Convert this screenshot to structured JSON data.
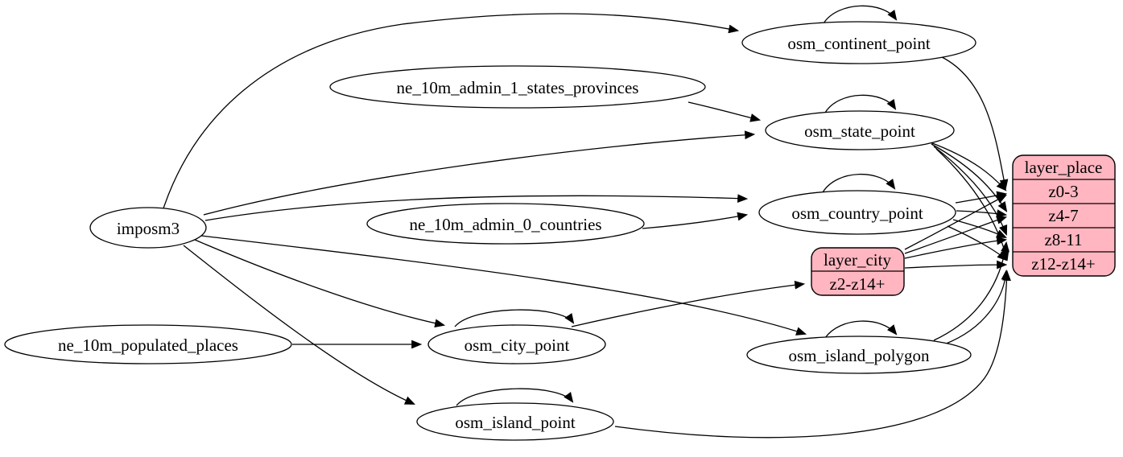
{
  "diagram": {
    "kind": "etl-graph",
    "colors": {
      "node_fill": "#ffffff",
      "table_fill": "#ffb6c1",
      "stroke": "#000000",
      "background": "#ffffff"
    },
    "nodes": [
      {
        "id": "imposm3",
        "label": "imposm3"
      },
      {
        "id": "ne_10m_admin_1_states_provinces",
        "label": "ne_10m_admin_1_states_provinces"
      },
      {
        "id": "ne_10m_admin_0_countries",
        "label": "ne_10m_admin_0_countries"
      },
      {
        "id": "ne_10m_populated_places",
        "label": "ne_10m_populated_places"
      },
      {
        "id": "osm_continent_point",
        "label": "osm_continent_point"
      },
      {
        "id": "osm_state_point",
        "label": "osm_state_point"
      },
      {
        "id": "osm_country_point",
        "label": "osm_country_point"
      },
      {
        "id": "osm_city_point",
        "label": "osm_city_point"
      },
      {
        "id": "osm_island_polygon",
        "label": "osm_island_polygon"
      },
      {
        "id": "osm_island_point",
        "label": "osm_island_point"
      }
    ],
    "tables": [
      {
        "id": "layer_city",
        "title": "layer_city",
        "rows": [
          "z2-z14+"
        ]
      },
      {
        "id": "layer_place",
        "title": "layer_place",
        "rows": [
          "z0-3",
          "z4-7",
          "z8-11",
          "z12-z14+"
        ]
      }
    ],
    "edges": [
      {
        "from": "imposm3",
        "to": "osm_continent_point"
      },
      {
        "from": "imposm3",
        "to": "osm_state_point"
      },
      {
        "from": "imposm3",
        "to": "osm_country_point"
      },
      {
        "from": "imposm3",
        "to": "osm_city_point"
      },
      {
        "from": "imposm3",
        "to": "osm_island_polygon"
      },
      {
        "from": "imposm3",
        "to": "osm_island_point"
      },
      {
        "from": "ne_10m_admin_1_states_provinces",
        "to": "osm_state_point"
      },
      {
        "from": "ne_10m_admin_0_countries",
        "to": "osm_country_point"
      },
      {
        "from": "ne_10m_populated_places",
        "to": "osm_city_point"
      },
      {
        "from": "osm_continent_point",
        "to": "osm_continent_point"
      },
      {
        "from": "osm_state_point",
        "to": "osm_state_point"
      },
      {
        "from": "osm_country_point",
        "to": "osm_country_point"
      },
      {
        "from": "osm_city_point",
        "to": "osm_city_point"
      },
      {
        "from": "osm_island_polygon",
        "to": "osm_island_polygon"
      },
      {
        "from": "osm_island_point",
        "to": "osm_island_point"
      },
      {
        "from": "osm_continent_point",
        "to": "layer_place:z0-3"
      },
      {
        "from": "osm_state_point",
        "to": "layer_place:z0-3"
      },
      {
        "from": "osm_state_point",
        "to": "layer_place:z4-7"
      },
      {
        "from": "osm_state_point",
        "to": "layer_place:z8-11"
      },
      {
        "from": "osm_state_point",
        "to": "layer_place:z12-z14+"
      },
      {
        "from": "osm_country_point",
        "to": "layer_place:z0-3"
      },
      {
        "from": "osm_country_point",
        "to": "layer_place:z4-7"
      },
      {
        "from": "osm_country_point",
        "to": "layer_place:z8-11"
      },
      {
        "from": "osm_country_point",
        "to": "layer_place:z12-z14+"
      },
      {
        "from": "osm_city_point",
        "to": "layer_city:z2-z14+"
      },
      {
        "from": "layer_city",
        "to": "layer_place:z0-3"
      },
      {
        "from": "layer_city",
        "to": "layer_place:z4-7"
      },
      {
        "from": "layer_city",
        "to": "layer_place:z8-11"
      },
      {
        "from": "layer_city",
        "to": "layer_place:z12-z14+"
      },
      {
        "from": "osm_island_polygon",
        "to": "layer_place:z8-11"
      },
      {
        "from": "osm_island_polygon",
        "to": "layer_place:z12-z14+"
      },
      {
        "from": "osm_island_point",
        "to": "layer_place:z12-z14+"
      }
    ]
  }
}
